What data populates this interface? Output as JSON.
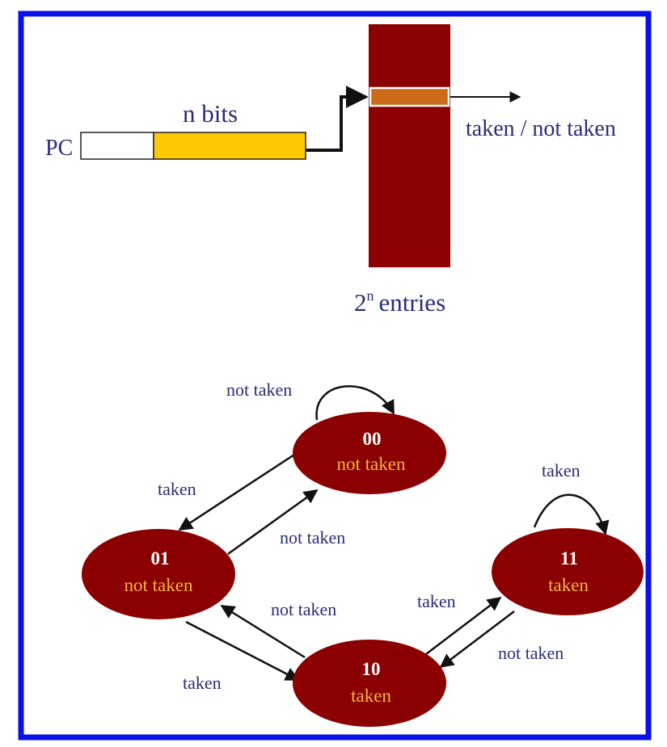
{
  "colors": {
    "frame": "#0a10e8",
    "table": "#8b0000",
    "selected_entry": "#cc6a1a",
    "pc_index_field": "#ffc800",
    "label_text": "#2b2b7a",
    "state_code_text": "#ffffff",
    "state_text": "#f2b43a"
  },
  "predictor": {
    "pc_label": "PC",
    "n_bits_label": "n bits",
    "output_label": "taken / not taken",
    "entries_base": "2",
    "entries_exp": "n",
    "entries_word": "entries"
  },
  "states": {
    "s00": {
      "code": "00",
      "label": "not taken"
    },
    "s01": {
      "code": "01",
      "label": "not taken"
    },
    "s10": {
      "code": "10",
      "label": "taken"
    },
    "s11": {
      "code": "11",
      "label": "taken"
    }
  },
  "transitions": {
    "s00_self": "not taken",
    "s00_to_s01": "taken",
    "s01_to_s00": "not taken",
    "s10_to_s01": "not taken",
    "s01_to_s10": "taken",
    "s10_to_s11": "taken",
    "s11_to_s10": "not taken",
    "s11_self": "taken"
  }
}
